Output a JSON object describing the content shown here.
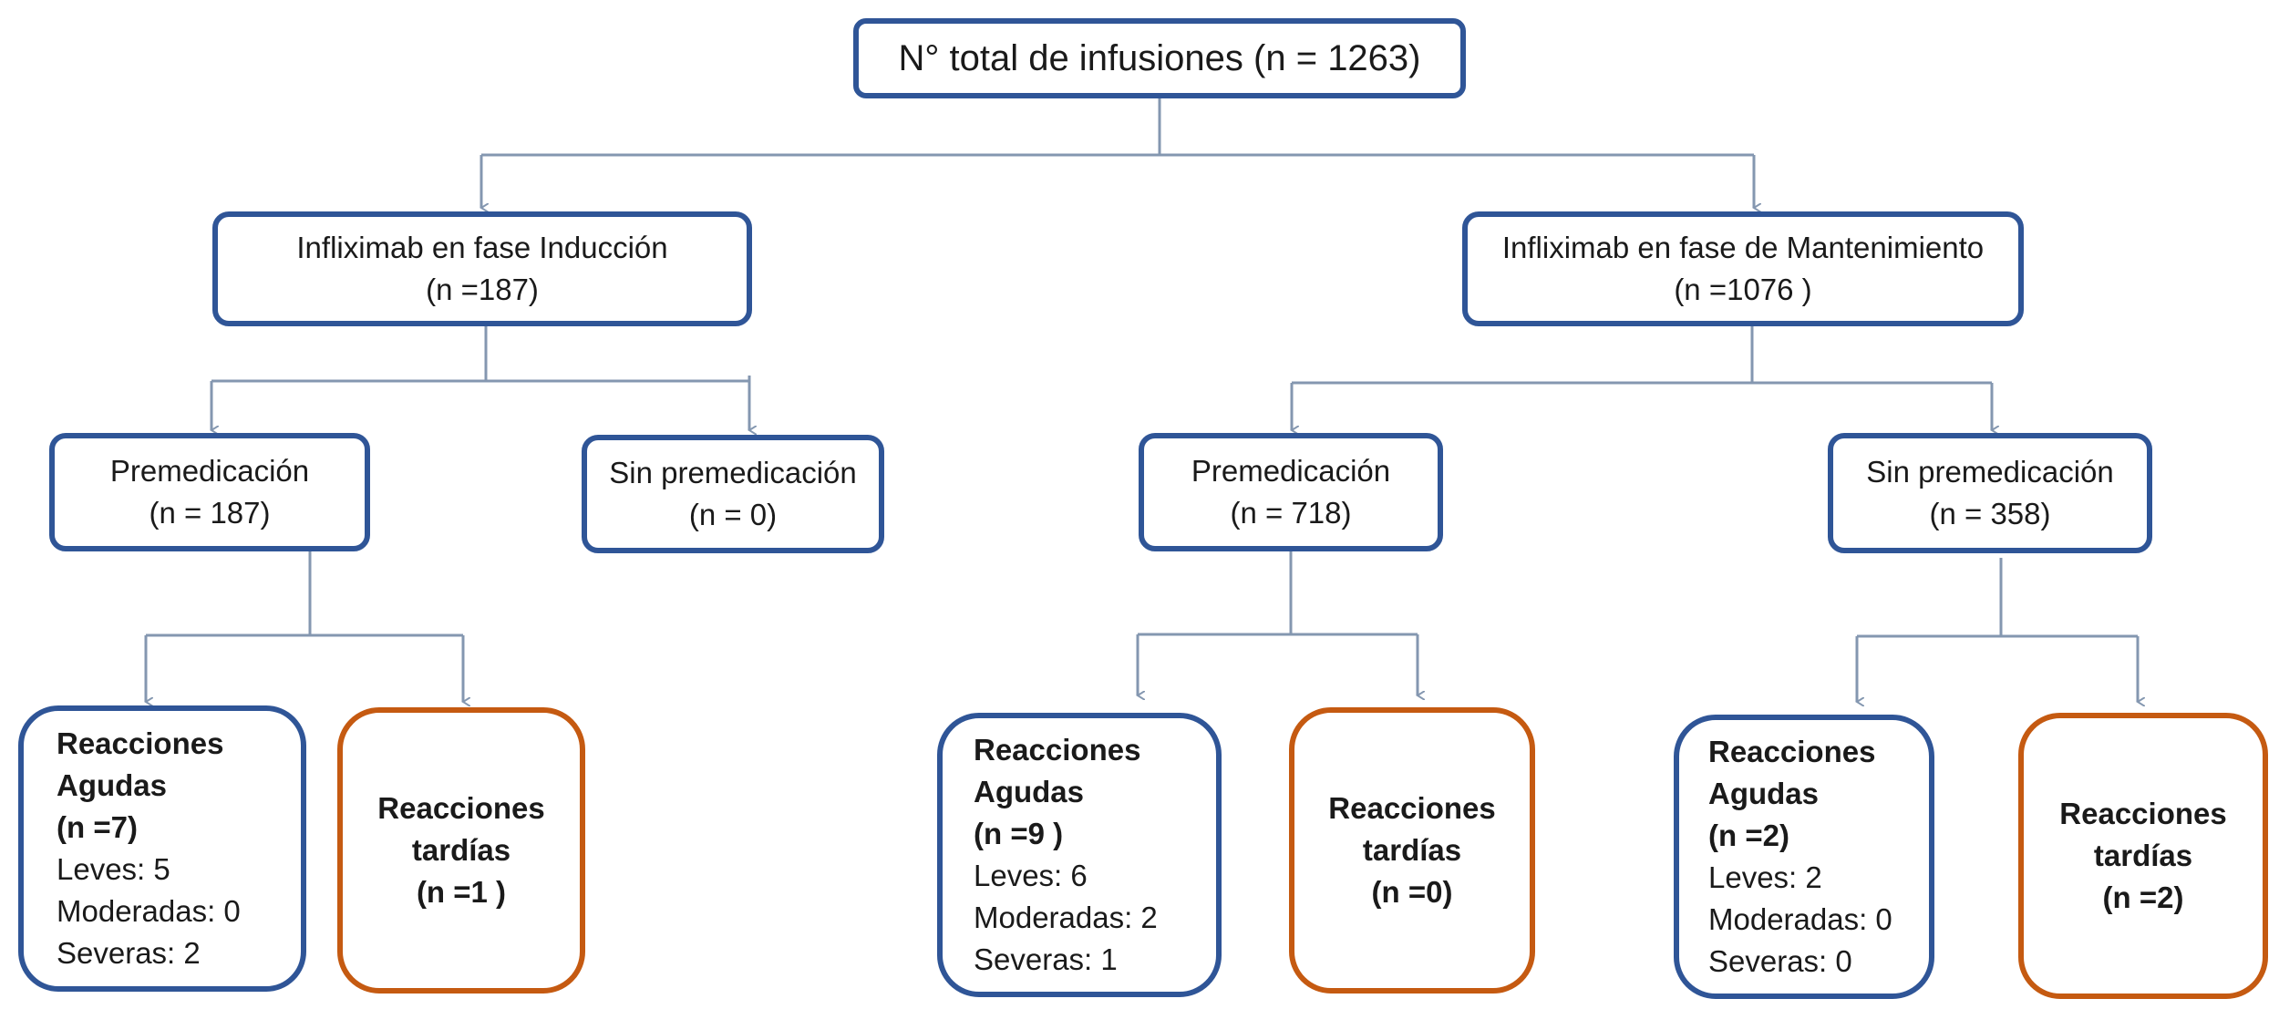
{
  "root": {
    "line1": "N° total de infusiones (n = 1263)"
  },
  "induccion": {
    "line1": "Infliximab en fase Inducción",
    "line2": "(n =187)"
  },
  "mantenimiento": {
    "line1": "Infliximab en fase de Mantenimiento",
    "line2": "(n =1076 )"
  },
  "ind_premed": {
    "line1": "Premedicación",
    "line2": "(n = 187)"
  },
  "ind_sin_premed": {
    "line1": "Sin premedicación",
    "line2": "(n = 0)"
  },
  "man_premed": {
    "line1": "Premedicación",
    "line2": "(n = 718)"
  },
  "man_sin_premed": {
    "line1": "Sin premedicación",
    "line2": "(n = 358)"
  },
  "ind_agudas": {
    "t1": "Reacciones",
    "t2": "Agudas",
    "t3": "(n =7)",
    "leves": "Leves: 5",
    "moderadas": "Moderadas: 0",
    "severas": "Severas: 2"
  },
  "ind_tardias": {
    "t1": "Reacciones",
    "t2": "tardías",
    "t3": "(n =1 )"
  },
  "man_premed_agudas": {
    "t1": "Reacciones",
    "t2": "Agudas",
    "t3": "(n =9 )",
    "leves": "Leves: 6",
    "moderadas": "Moderadas: 2",
    "severas": "Severas: 1"
  },
  "man_premed_tardias": {
    "t1": "Reacciones",
    "t2": "tardías",
    "t3": "(n =0)"
  },
  "man_sin_agudas": {
    "t1": "Reacciones",
    "t2": "Agudas",
    "t3": "(n =2)",
    "leves": "Leves: 2",
    "moderadas": "Moderadas: 0",
    "severas": "Severas: 0"
  },
  "man_sin_tardias": {
    "t1": "Reacciones",
    "t2": "tardías",
    "t3": "(n =2)"
  },
  "colors": {
    "box_border": "#2f5597",
    "reaction_late_border": "#c55a11",
    "connector": "#8497b0"
  }
}
